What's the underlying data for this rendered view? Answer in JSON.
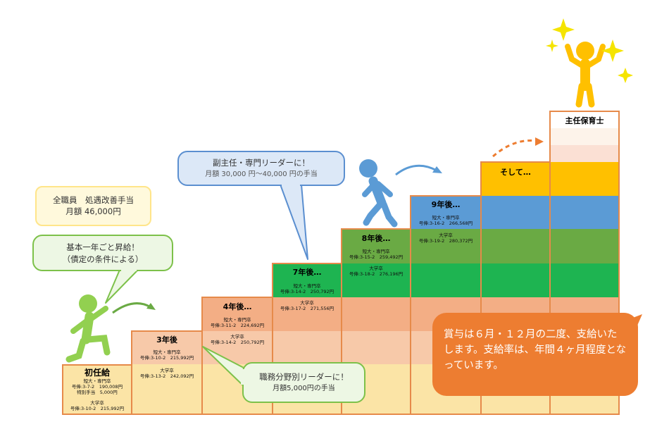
{
  "allowance": {
    "line1": "全職員　処遇改善手当",
    "line2": "月額 46,000円"
  },
  "raise_bubble": {
    "line1": "基本一年ごと昇給！",
    "line2": "（債定の条件による）"
  },
  "deputy_bubble": {
    "line1": "副主任・専門リーダーに！",
    "line2": "月額 30,000 円～40,000 円の手当"
  },
  "field_bubble": {
    "line1": "職務分野別リーダーに！",
    "line2": "月額5,000円の手当"
  },
  "bonus_text": "賞与は６月・１２月の二度、支給いたします。支給率は、年間４ヶ月程度となっています。",
  "steps": [
    {
      "title": "初任給",
      "a_label": "短大・専門卒",
      "a_line": "号俸:3-7-2　190,008円",
      "a_line2": "特別手当　5,000円",
      "b_label": "大学卒",
      "b_line": "号俸:3-10-2　215,992円"
    },
    {
      "title": "3年後",
      "a_label": "短大・専門卒",
      "a_line": "号俸:3-10-2　215,992円",
      "b_label": "大学卒",
      "b_line": "号俸:3-13-2　242,092円"
    },
    {
      "title": "4年後…",
      "a_label": "短大・専門卒",
      "a_line": "号俸:3-11-2　224,692円",
      "b_label": "大学卒",
      "b_line": "号俸:3-14-2　250,792円"
    },
    {
      "title": "7年後…",
      "a_label": "短大・専門卒",
      "a_line": "号俸:3-14-2　250,792円",
      "b_label": "大学卒",
      "b_line": "号俸:3-17-2　271,556円"
    },
    {
      "title": "8年後…",
      "a_label": "短大・専門卒",
      "a_line": "号俸:3-15-2　259,492円",
      "b_label": "大学卒",
      "b_line": "号俸:3-18-2　276,196円"
    },
    {
      "title": "9年後…",
      "a_label": "短大・専門卒",
      "a_line": "号俸:3-16-2　266,568円",
      "b_label": "大学卒",
      "b_line": "号俸:3-19-2　280,372円"
    },
    {
      "title": "そして…"
    },
    {
      "title": "主任保育士"
    }
  ],
  "colors": {
    "border": "#e68a4a",
    "bubble_orange": "#ed7d31",
    "figure_green": "#92d050",
    "figure_blue": "#5b9bd5",
    "figure_gold": "#ffc000"
  }
}
